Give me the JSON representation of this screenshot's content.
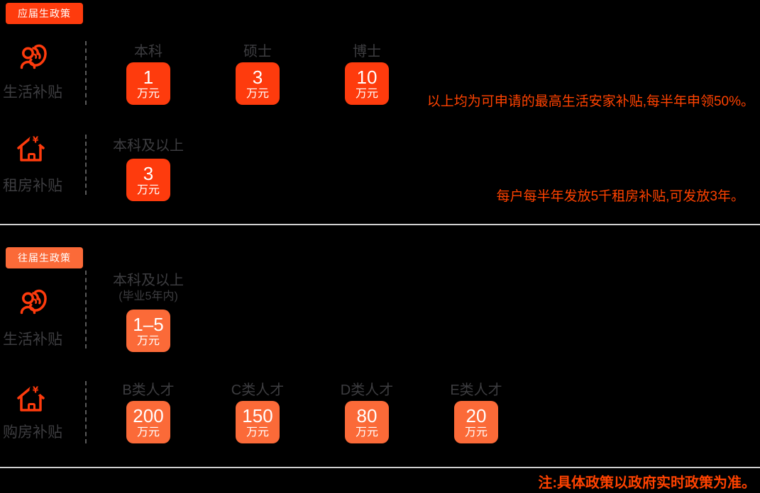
{
  "colors": {
    "background": "#000000",
    "accent_red": "#fe3b0d",
    "accent_orange": "#fb6a38",
    "note_text": "#ff4200",
    "label_gray": "#3d3d40",
    "dash_gray": "#5a5a5a",
    "divider_gray": "#d0d0d0",
    "box_text": "#ffffff"
  },
  "icons": {
    "yuan_symbol": "¥"
  },
  "sections": [
    {
      "badge": "应届生政策",
      "rows": [
        {
          "label": "生活补贴",
          "icon": "care-people-icon",
          "columns": [
            {
              "header": "本科",
              "value": "1",
              "unit": "万元"
            },
            {
              "header": "硕士",
              "value": "3",
              "unit": "万元"
            },
            {
              "header": "博士",
              "value": "10",
              "unit": "万元"
            }
          ],
          "note": "以上均为可申请的最高生活安家补贴,每半年申领50%。"
        },
        {
          "label": "租房补贴",
          "icon": "house-yuan-icon",
          "columns": [
            {
              "header": "本科及以上",
              "value": "3",
              "unit": "万元"
            }
          ],
          "note": "每户每半年发放5千租房补贴,可发放3年。"
        }
      ]
    },
    {
      "badge": "往届生政策",
      "rows": [
        {
          "label": "生活补贴",
          "icon": "care-people-icon",
          "columns": [
            {
              "header": "本科及以上",
              "subheader": "(毕业5年内)",
              "value": "1–5",
              "unit": "万元"
            }
          ]
        },
        {
          "label": "购房补贴",
          "icon": "house-yuan-icon",
          "columns": [
            {
              "header": "B类人才",
              "value": "200",
              "unit": "万元"
            },
            {
              "header": "C类人才",
              "value": "150",
              "unit": "万元"
            },
            {
              "header": "D类人才",
              "value": "80",
              "unit": "万元"
            },
            {
              "header": "E类人才",
              "value": "20",
              "unit": "万元"
            }
          ]
        }
      ]
    }
  ],
  "footer": {
    "note": "注:具体政策以政府实时政策为准。"
  }
}
